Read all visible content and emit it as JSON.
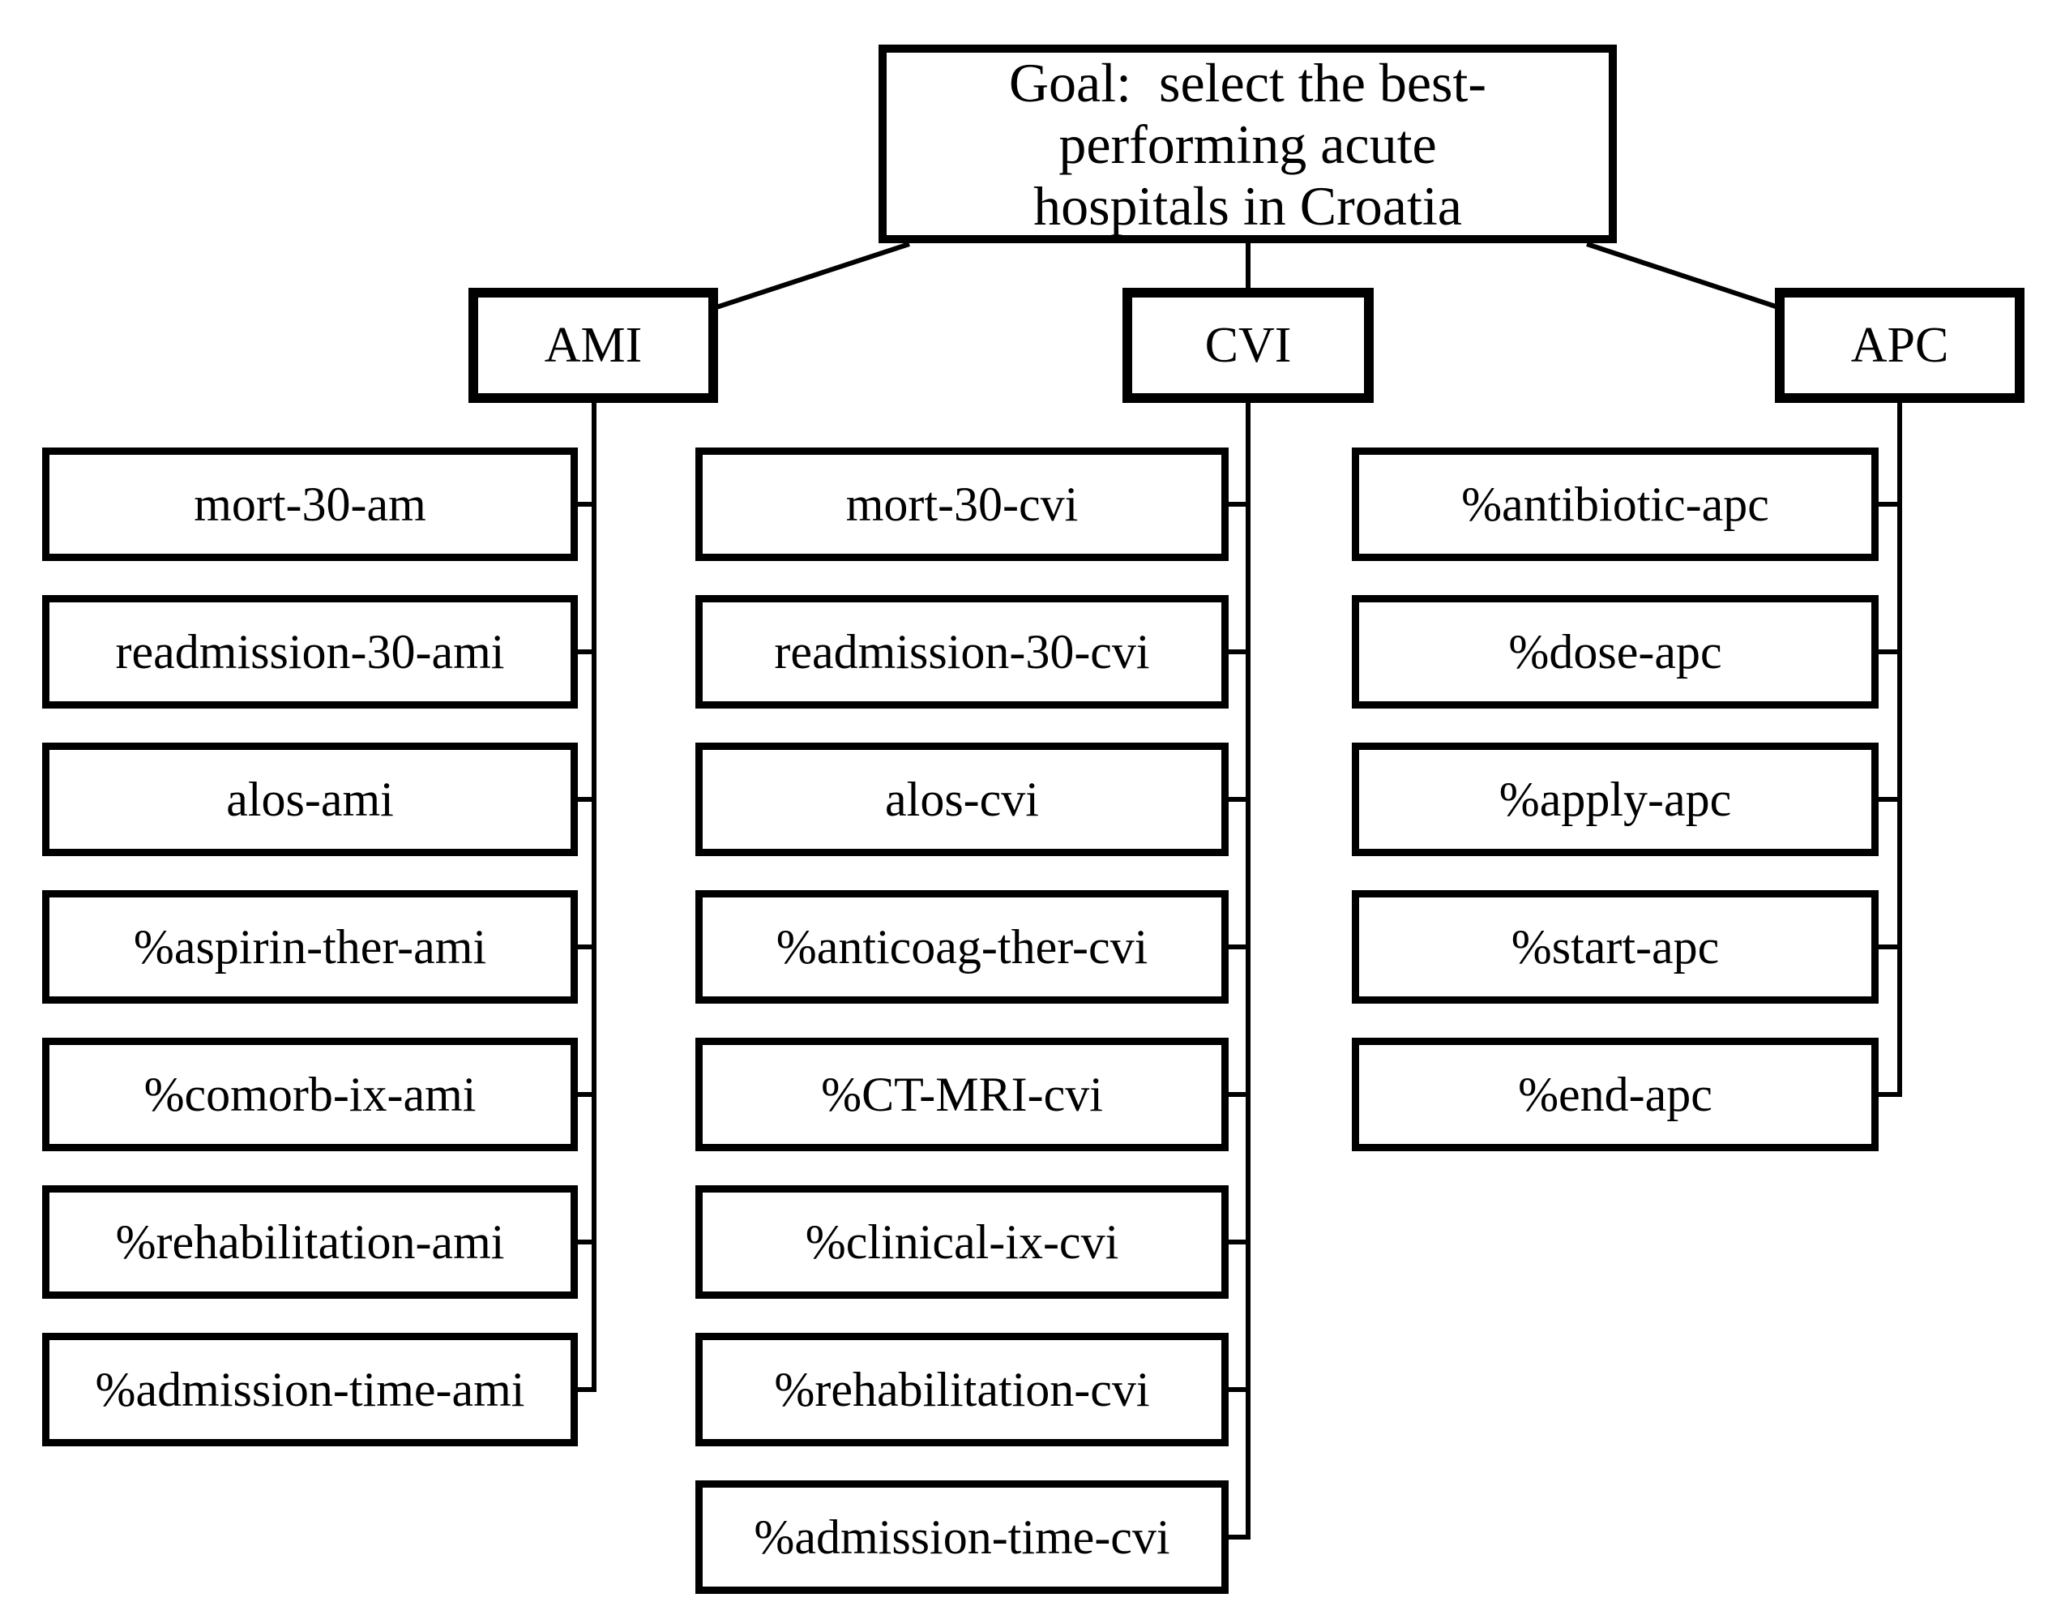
{
  "diagram": {
    "goal": {
      "lines": [
        "Goal:  select the best-",
        "performing acute",
        "hospitals in Croatia"
      ]
    },
    "criteria": [
      {
        "label": "AMI",
        "children": [
          "mort-30-am",
          "readmission-30-ami",
          "alos-ami",
          "%aspirin-ther-ami",
          "%comorb-ix-ami",
          "%rehabilitation-ami",
          "%admission-time-ami"
        ]
      },
      {
        "label": "CVI",
        "children": [
          "mort-30-cvi",
          "readmission-30-cvi",
          "alos-cvi",
          "%anticoag-ther-cvi",
          "%CT-MRI-cvi",
          "%clinical-ix-cvi",
          "%rehabilitation-cvi",
          "%admission-time-cvi"
        ]
      },
      {
        "label": "APC",
        "children": [
          "%antibiotic-apc",
          "%dose-apc",
          "%apply-apc",
          "%start-apc",
          "%end-apc"
        ]
      }
    ],
    "colors": {
      "background": "#ffffff",
      "line": "#000000",
      "box_border": "#000000",
      "text": "#000000"
    }
  }
}
